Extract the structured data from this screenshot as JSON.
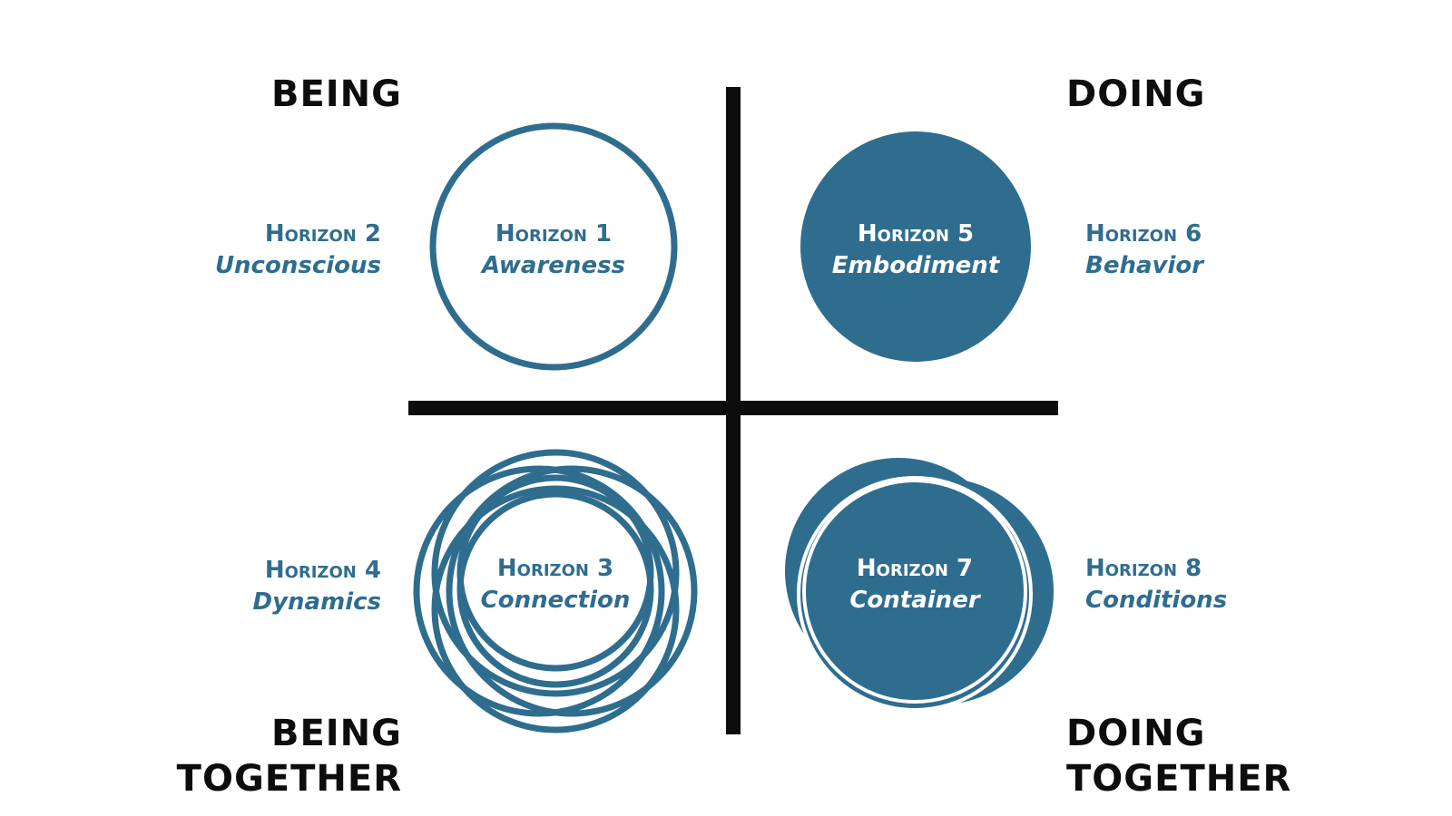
{
  "colors": {
    "accent": "#2f6d8f",
    "axis": "#0d0d0d",
    "background": "#ffffff"
  },
  "quadrants": {
    "top_left": "BEING",
    "top_right": "DOING",
    "bottom_left_line1": "BEING",
    "bottom_left_line2": "TOGETHER",
    "bottom_right_line1": "DOING",
    "bottom_right_line2": "TOGETHER"
  },
  "horizons": {
    "h1": {
      "title": "Horizon 1",
      "subtitle": "Awareness"
    },
    "h2": {
      "title": "Horizon 2",
      "subtitle": "Unconscious"
    },
    "h3": {
      "title": "Horizon 3",
      "subtitle": "Connection"
    },
    "h4": {
      "title": "Horizon 4",
      "subtitle": "Dynamics"
    },
    "h5": {
      "title": "Horizon 5",
      "subtitle": "Embodiment"
    },
    "h6": {
      "title": "Horizon 6",
      "subtitle": "Behavior"
    },
    "h7": {
      "title": "Horizon 7",
      "subtitle": "Container"
    },
    "h8": {
      "title": "Horizon 8",
      "subtitle": "Conditions"
    }
  }
}
